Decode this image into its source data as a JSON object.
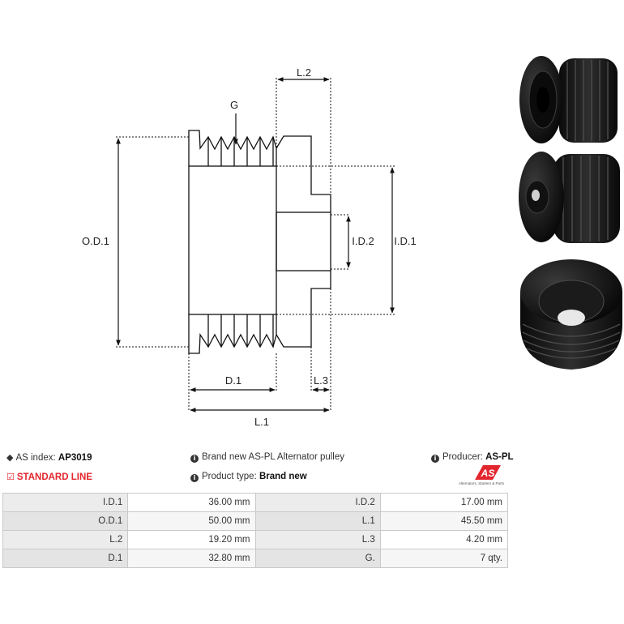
{
  "diagram": {
    "labels": {
      "l2": "L.2",
      "g": "G",
      "od1": "O.D.1",
      "id2": "I.D.2",
      "id1": "I.D.1",
      "d1": "D.1",
      "l3": "L.3",
      "l1": "L.1"
    }
  },
  "info": {
    "as_index_label": "AS index:",
    "as_index_value": "AP3019",
    "standard_line": "STANDARD LINE",
    "description": "Brand new AS-PL Alternator pulley",
    "product_type_label": "Product type:",
    "product_type_value": "Brand new",
    "producer_label": "Producer:",
    "producer_value": "AS-PL",
    "logo_text": "AS",
    "logo_tagline": "Alternators, Starters & Parts"
  },
  "specs": [
    {
      "l1": "I.D.1",
      "v1": "36.00 mm",
      "l2": "I.D.2",
      "v2": "17.00 mm"
    },
    {
      "l1": "O.D.1",
      "v1": "50.00 mm",
      "l2": "L.1",
      "v2": "45.50 mm"
    },
    {
      "l1": "L.2",
      "v1": "19.20 mm",
      "l2": "L.3",
      "v2": "4.20 mm"
    },
    {
      "l1": "D.1",
      "v1": "32.80 mm",
      "l2": "G.",
      "v2": "7 qty."
    }
  ],
  "colors": {
    "accent_red": "#e3262d",
    "line": "#111111",
    "pulley_black": "#141414"
  },
  "icons": [
    "tag-icon",
    "check-square-icon",
    "info-icon",
    "pulley-photo"
  ]
}
